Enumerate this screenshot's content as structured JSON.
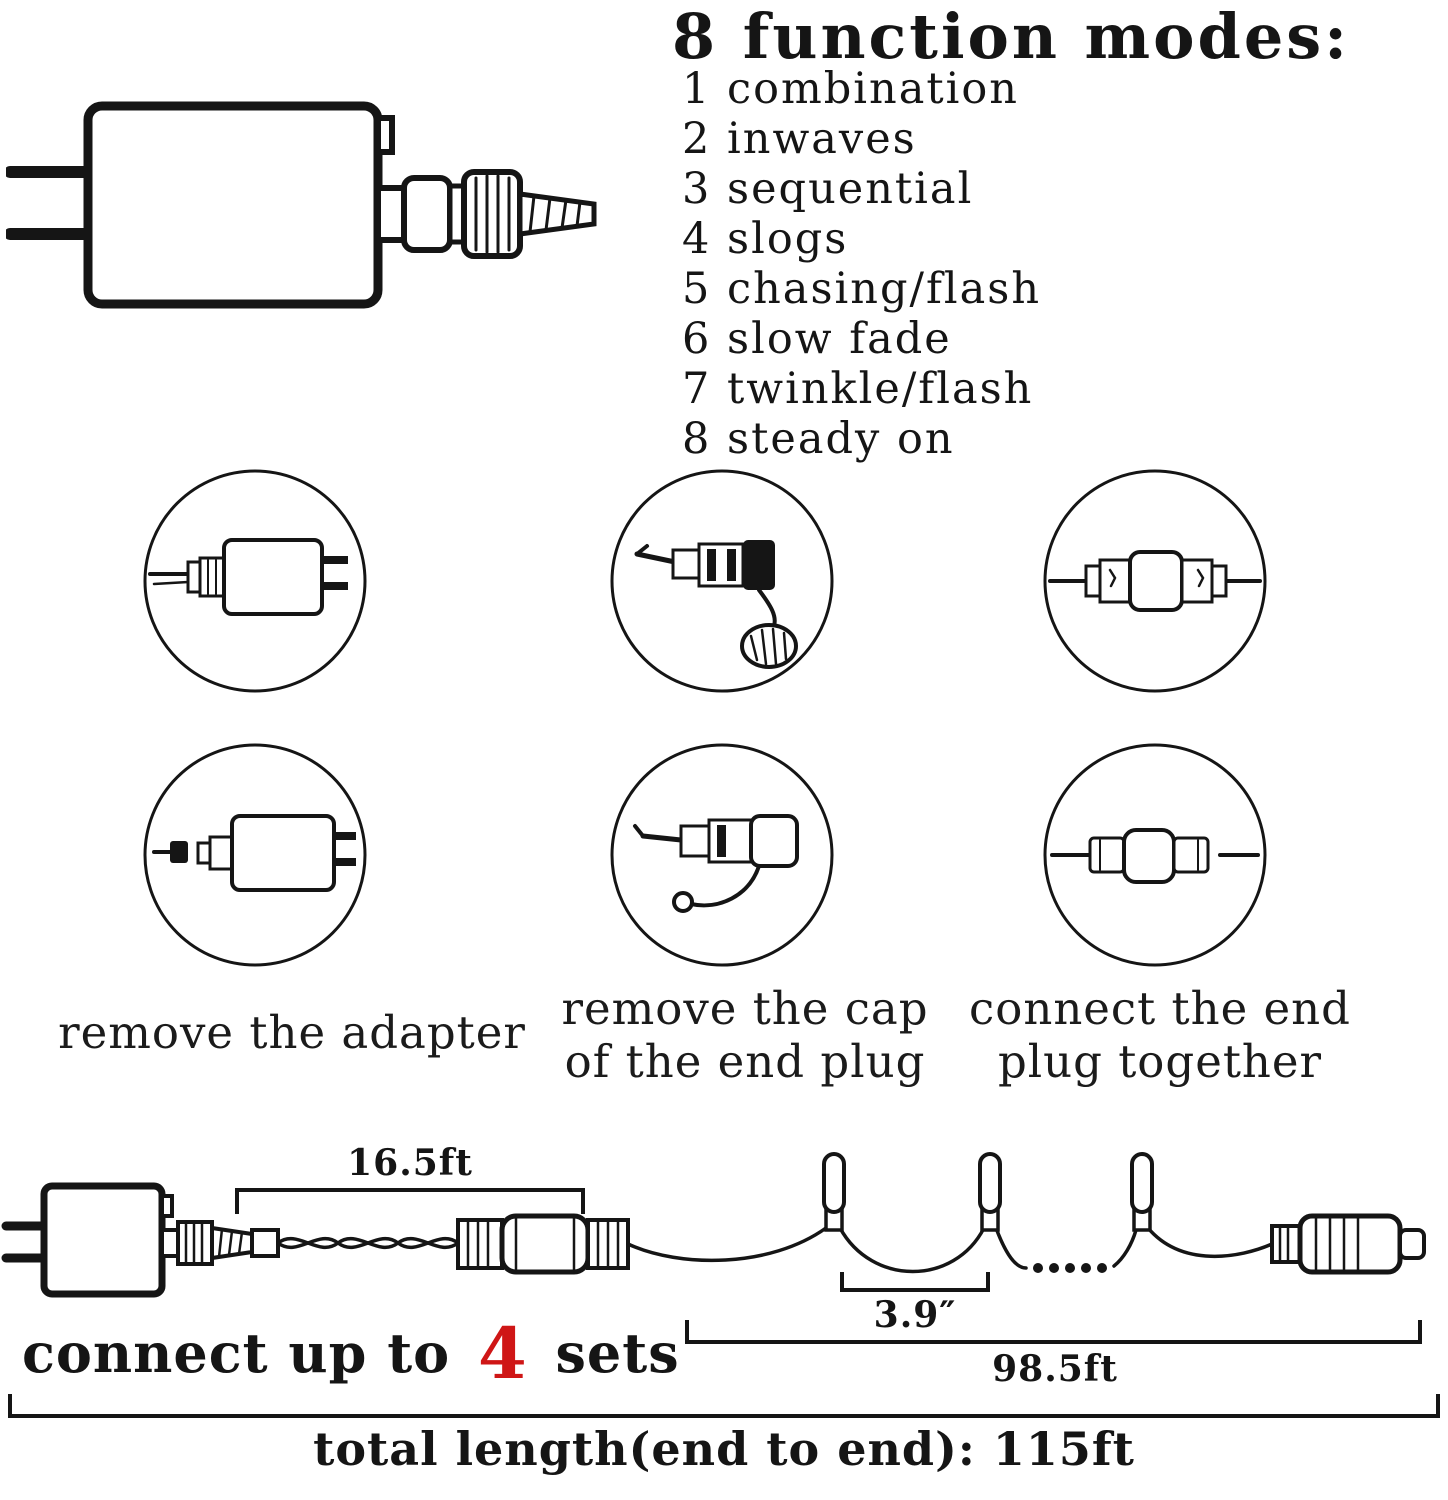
{
  "colors": {
    "background": "#ffffff",
    "ink": "#151515",
    "accent_red": "#cf1616"
  },
  "function_modes": {
    "heading": "8 function modes:",
    "items": [
      "1 combination",
      "2 inwaves",
      "3 sequential",
      "4 slogs",
      "5 chasing/flash",
      "6 slow fade",
      "7 twinkle/flash",
      "8 steady on"
    ]
  },
  "steps": {
    "captions": [
      {
        "line1": "remove the adapter"
      },
      {
        "line1": "remove the cap",
        "line2": "of the end plug"
      },
      {
        "line1": "connect the end",
        "line2": "plug together"
      }
    ]
  },
  "measurements": {
    "segment1": "16.5ft",
    "bulb_spacing": "3.9″",
    "segment2": "98.5ft",
    "total": "total length(end to end): 115ft"
  },
  "connect_note": {
    "prefix": "connect up to",
    "count": "4",
    "suffix": "sets"
  }
}
